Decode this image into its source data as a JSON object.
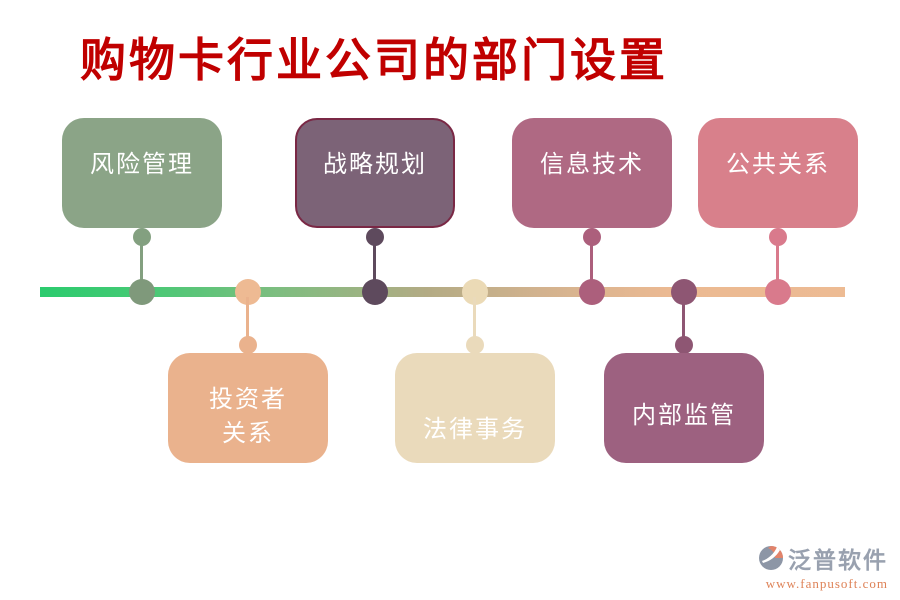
{
  "title": "购物卡行业公司的部门设置",
  "title_color": "#C00000",
  "timeline": {
    "gradient_colors": [
      "#2BCB6E",
      "#7FBD80",
      "#B3AB84",
      "#D2B28E",
      "#EDBB93"
    ]
  },
  "departments": [
    {
      "label": "风险管理",
      "position": "top",
      "fill": "#8BA487",
      "node_color": "#7F997B"
    },
    {
      "label": "投资者关系",
      "lines": [
        "投资者",
        "关系"
      ],
      "position": "bottom",
      "fill": "#EAB28D",
      "node_color": "#EEBA93"
    },
    {
      "label": "战略规划",
      "position": "top",
      "fill": "#7C6377",
      "border_color": "#7A2845",
      "node_color": "#5E4A5D"
    },
    {
      "label": "法律事务",
      "position": "bottom",
      "fill": "#EADABB",
      "node_color": "#EBDAB6"
    },
    {
      "label": "信息技术",
      "position": "top",
      "fill": "#AF6983",
      "node_color": "#AC5F7C"
    },
    {
      "label": "内部监管",
      "position": "bottom",
      "fill": "#9D6180",
      "node_color": "#8E5673"
    },
    {
      "label": "公共关系",
      "position": "top",
      "fill": "#D8808B",
      "node_color": "#D97A8C"
    }
  ],
  "logo": {
    "name": "泛普软件",
    "url": "www.fanpusoft.com",
    "name_color": "#99A1AF",
    "url_color": "#DE8257",
    "icon_colors": {
      "body": "#8D96A6",
      "leaf": "#E2836A"
    }
  }
}
